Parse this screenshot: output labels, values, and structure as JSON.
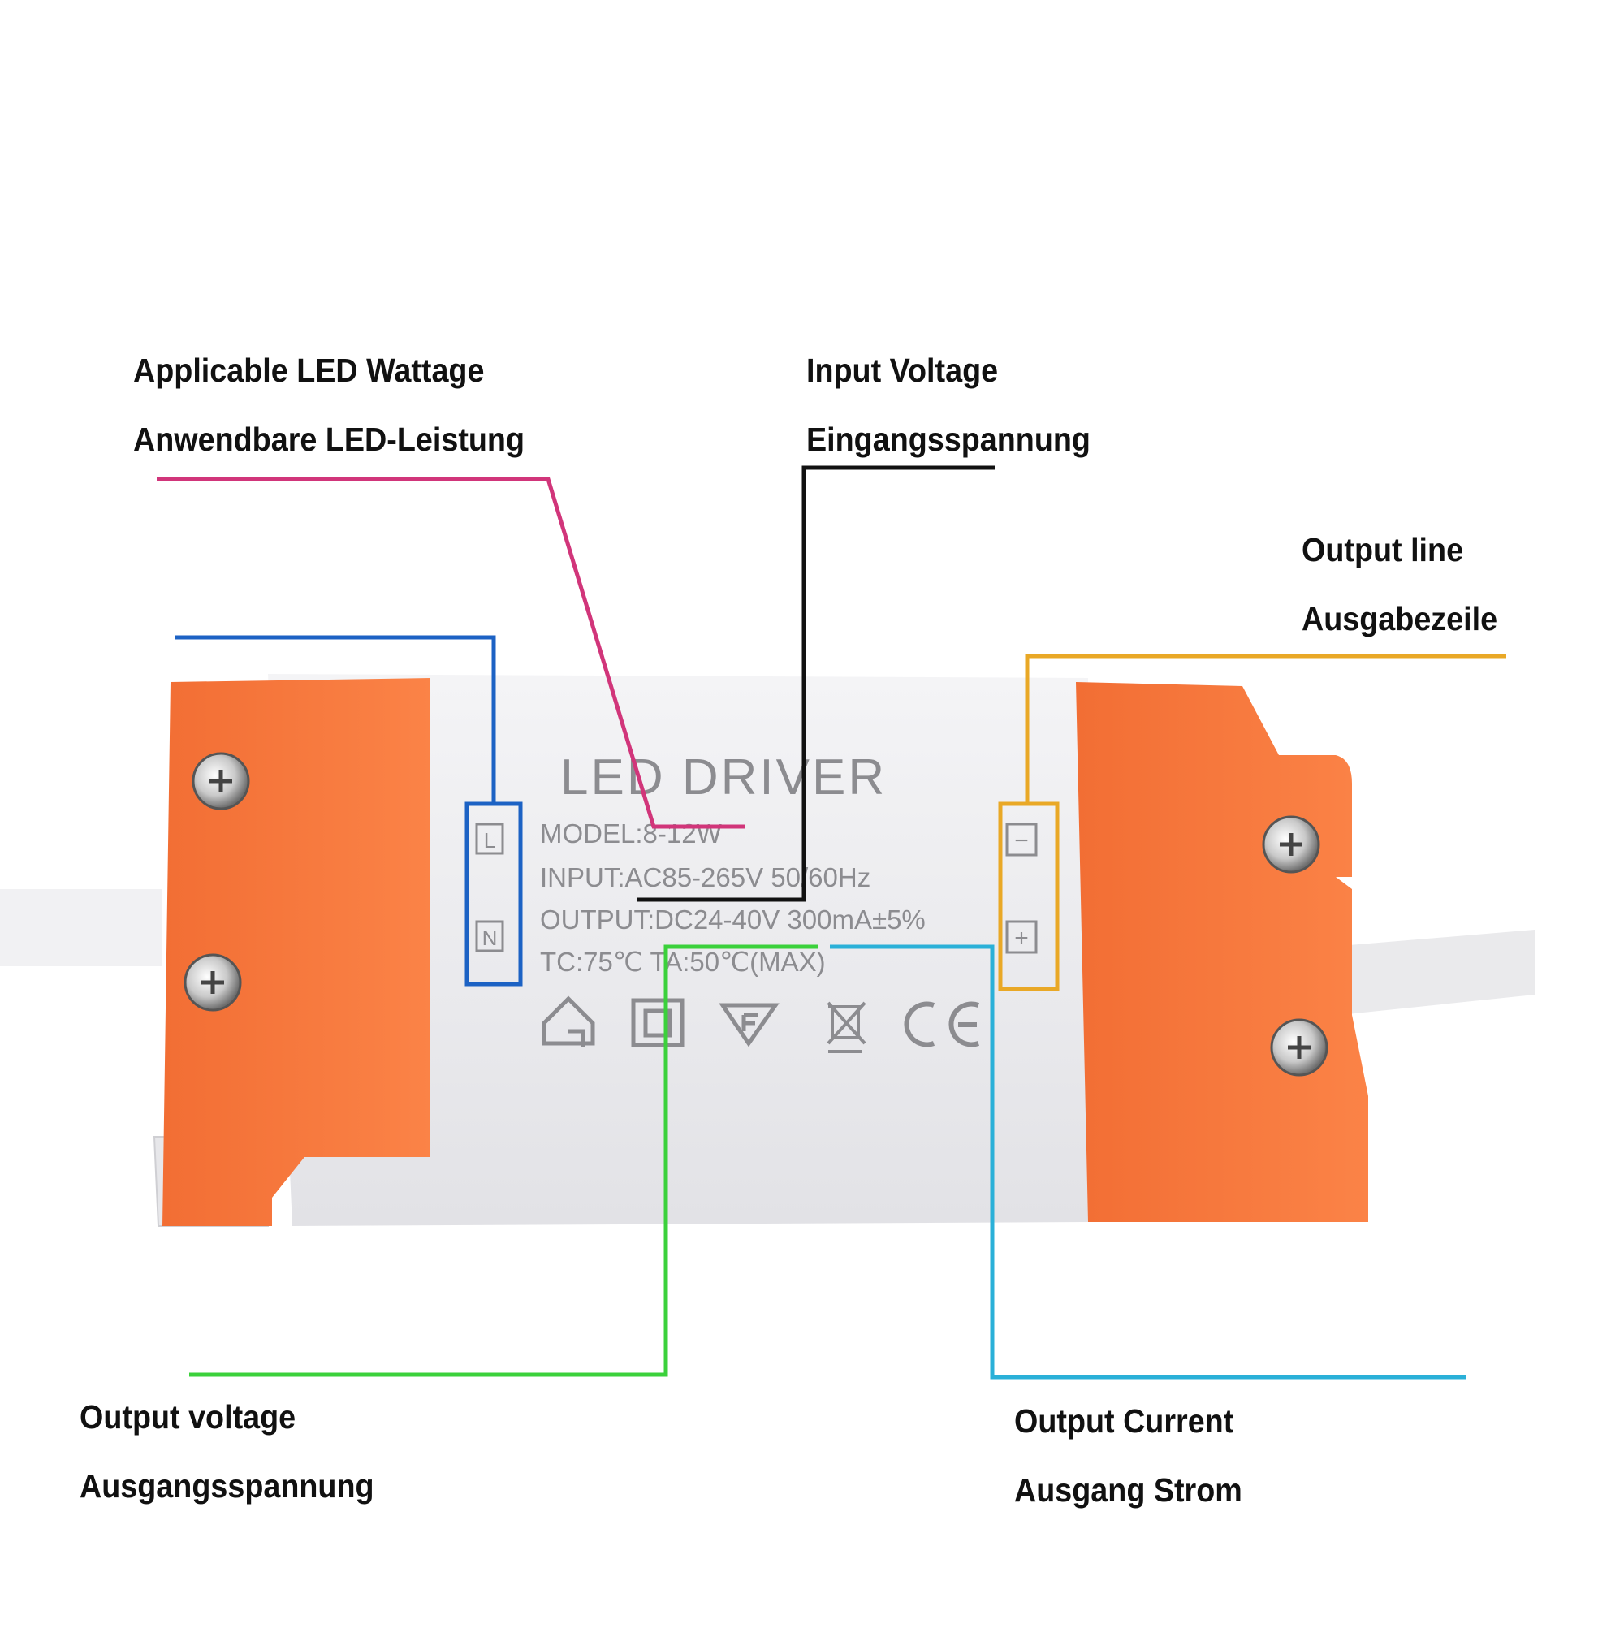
{
  "callouts": {
    "wattage": {
      "en": "Applicable LED Wattage",
      "de": "Anwendbare LED-Leistung",
      "color": "#d1357a"
    },
    "input_voltage": {
      "en": "Input Voltage",
      "de": "Eingangsspannung",
      "color": "#111111"
    },
    "output_line": {
      "en": "Output line",
      "de": "Ausgabezeile",
      "color": "#e9a826"
    },
    "output_voltage": {
      "en": "Output voltage",
      "de": "Ausgangsspannung",
      "color": "#3bd13b"
    },
    "output_current": {
      "en": "Output Current",
      "de": "Ausgang Strom",
      "color": "#2ab0d8"
    },
    "input_terminal": {
      "color": "#1c62c4"
    }
  },
  "device": {
    "title": "LED DRIVER",
    "model": "MODEL:8-12W",
    "input": "INPUT:AC85-265V 50/60Hz",
    "output": "OUTPUT:DC24-40V 300mA±5%",
    "temps": "TC:75℃ TA:50℃(MAX)",
    "terminals_input": [
      "L",
      "N"
    ],
    "terminals_output": [
      "−",
      "+"
    ],
    "cert_marks": [
      "house-icon",
      "double-square-icon",
      "f-triangle-icon",
      "weee-bin-icon",
      "ce-mark-icon"
    ],
    "housing_color": "#f97a3e",
    "body_color": "#eeeef0"
  }
}
